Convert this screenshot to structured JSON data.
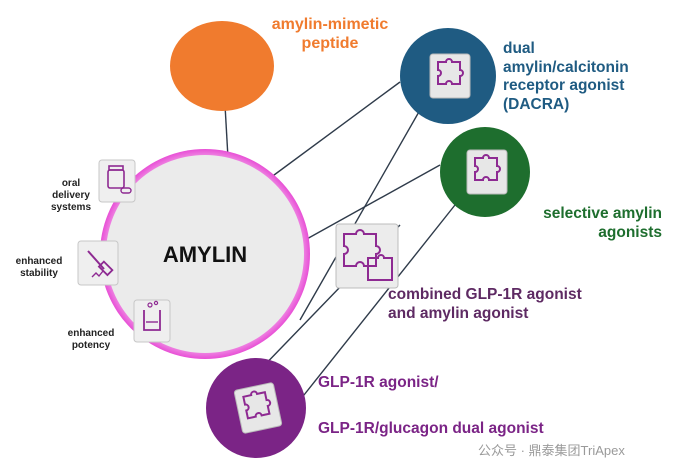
{
  "center": {
    "label": "AMYLIN"
  },
  "nodes": {
    "amylin_mimetic": {
      "label": "amylin-mimetic\npeptide",
      "color": "#F07B2E"
    },
    "dacra": {
      "label": "dual\namylin/calcitonin\nreceptor agonist\n(DACRA)",
      "color": "#1F5B82"
    },
    "selective": {
      "label": "selective amylin\nagonists",
      "color": "#1E6E2E"
    },
    "combined": {
      "label": "combined GLP-1R agonist\nand amylin agonist",
      "color": "#5E2A63"
    },
    "glp1r": {
      "label_line1": "GLP-1R agonist/",
      "label_line2": "GLP-1R/glucagon dual agonist",
      "color": "#7B2486"
    }
  },
  "features": {
    "oral_delivery": "oral\ndelivery\nsystems",
    "enhanced_stability": "enhanced\nstability",
    "enhanced_potency": "enhanced\npotency"
  },
  "icons": {
    "pill_bottle": "pill-bottle-icon",
    "hammer": "hammer-icon",
    "beaker": "beaker-icon",
    "puzzle": "puzzle-icon"
  },
  "watermark": "公众号 · 鼎泰集团TriApex",
  "colors": {
    "center_fill": "#EBEBEB",
    "center_glow": "#E84FD6",
    "line": "#2F3B4A"
  }
}
